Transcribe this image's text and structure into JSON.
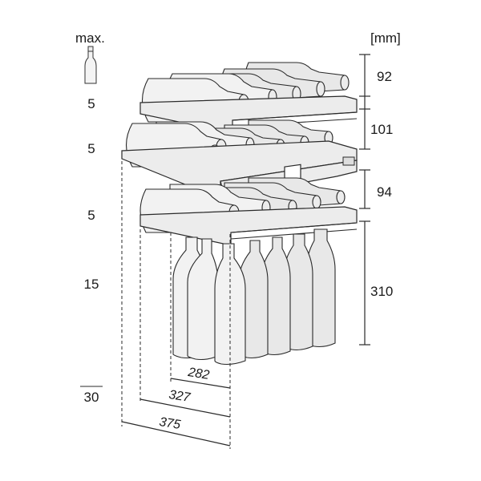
{
  "header": {
    "max_label": "max.",
    "unit_label": "[mm]"
  },
  "counts": [
    "5",
    "5",
    "5",
    "15"
  ],
  "total": "30",
  "heights": [
    "92",
    "101",
    "94",
    "310"
  ],
  "widths": [
    "282",
    "327",
    "375"
  ],
  "icon": "wine-bottle-icon"
}
